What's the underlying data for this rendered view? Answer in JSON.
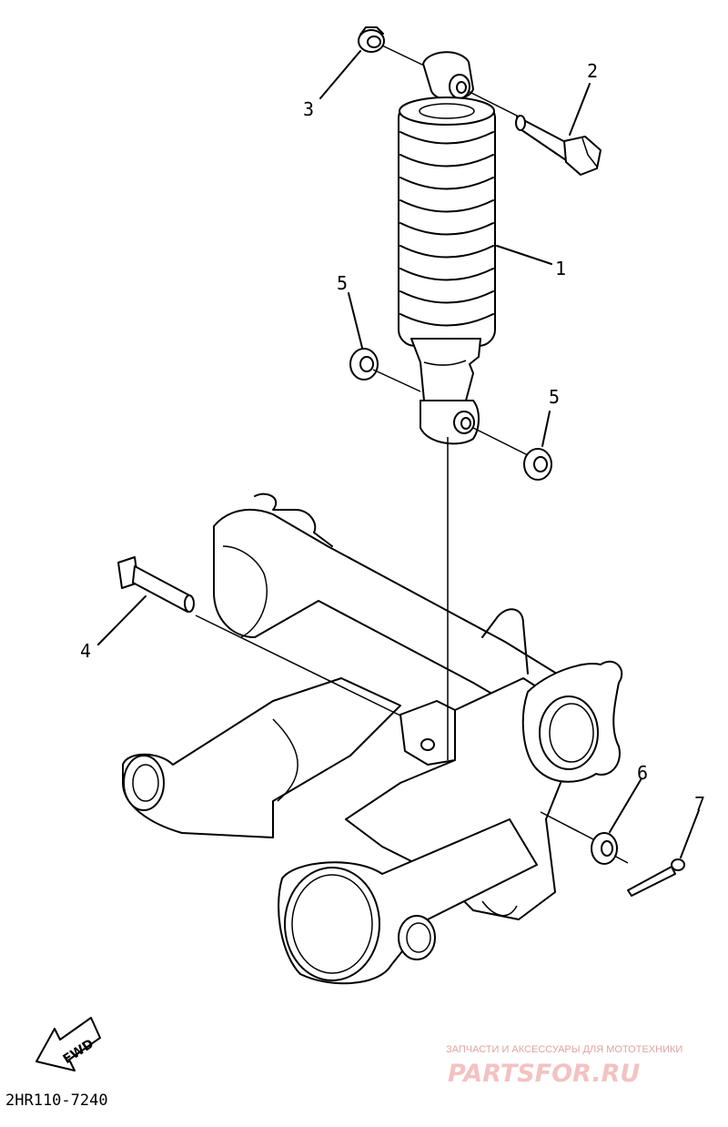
{
  "diagram": {
    "callouts": [
      {
        "id": "1",
        "text": "1"
      },
      {
        "id": "2",
        "text": "2"
      },
      {
        "id": "3",
        "text": "3"
      },
      {
        "id": "4",
        "text": "4"
      },
      {
        "id": "5a",
        "text": "5"
      },
      {
        "id": "5b",
        "text": "5"
      },
      {
        "id": "6",
        "text": "6"
      },
      {
        "id": "7",
        "text": "7"
      }
    ],
    "direction_arrow_text": "FWD",
    "diagram_code": "2HR110-7240"
  },
  "watermark": {
    "tagline": "ЗАПЧАСТИ И АКСЕССУАРЫ ДЛЯ МОТОТЕХНИКИ",
    "brand": "PARTSFOR.RU",
    "color": "#e8a0a0"
  }
}
